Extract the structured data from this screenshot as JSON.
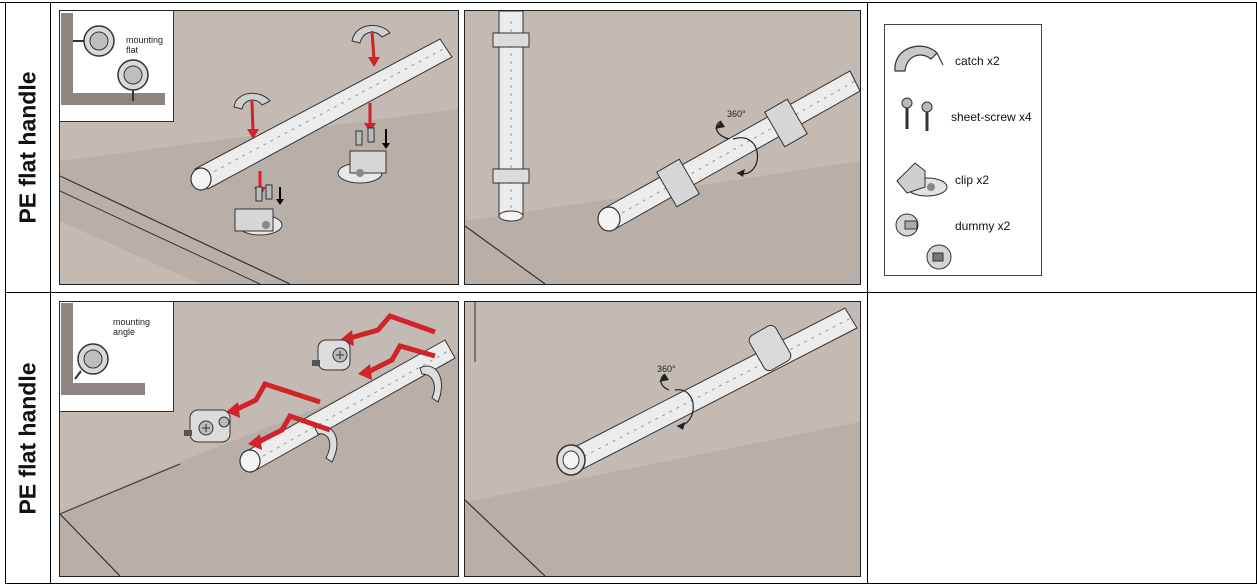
{
  "rows": [
    {
      "side_label": "PE flat handle",
      "inset_label_line1": "mounting",
      "inset_label_line2": "flat",
      "rotation_label": "360°"
    },
    {
      "side_label": "PE flat handle",
      "inset_label_line1": "mounting",
      "inset_label_line2": "angle",
      "rotation_label": "360°"
    }
  ],
  "parts": [
    {
      "label": "catch x2",
      "icon": "catch-icon"
    },
    {
      "label": "sheet-screw x4",
      "icon": "sheet-screw-icon"
    },
    {
      "label": "clip x2",
      "icon": "clip-icon"
    },
    {
      "label": "dummy x2",
      "icon": "dummy-icon"
    }
  ],
  "colors": {
    "wall": "#c2bab3",
    "wall_shadow": "#a89f98",
    "rail": "#e6e6e6",
    "arrow_red": "#d0232a",
    "inset_wall": "#8f8580"
  }
}
